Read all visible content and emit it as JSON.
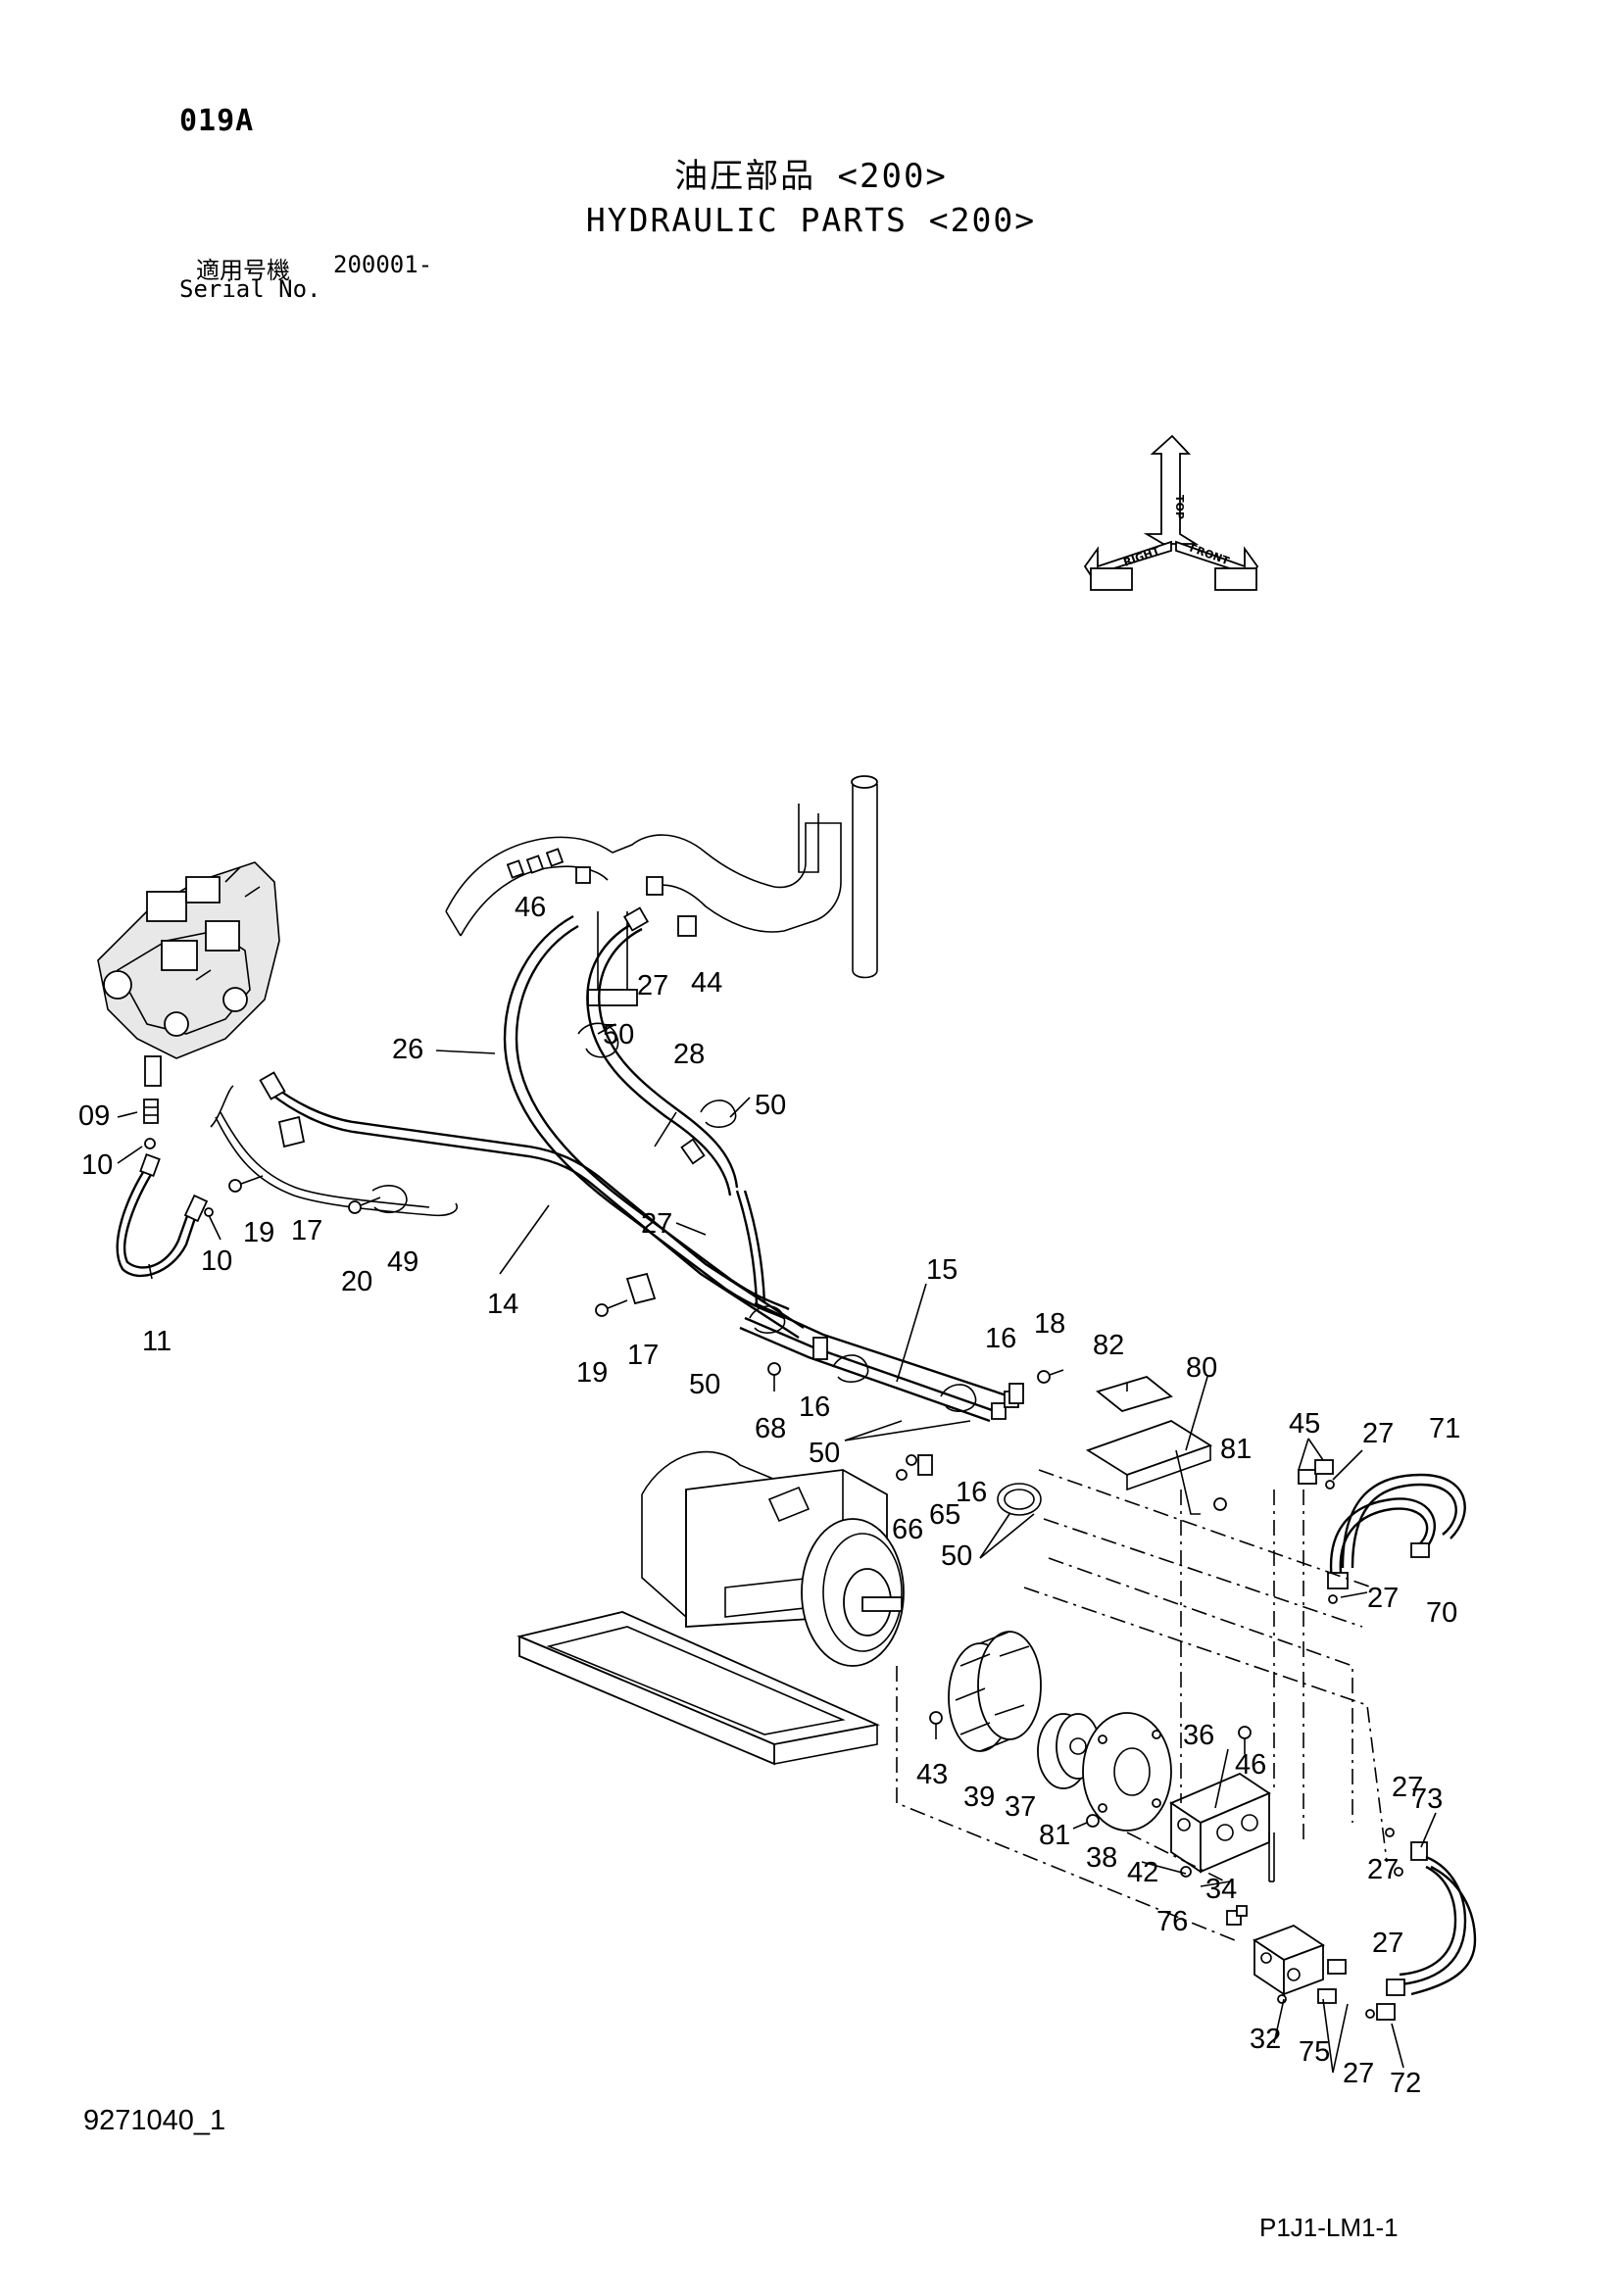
{
  "header": {
    "page_code": "019A",
    "title_jp": "油圧部品 <200>",
    "title_en": "HYDRAULIC PARTS <200>",
    "serial_label_jp": "適用号機",
    "serial_value": "200001-",
    "serial_label_en": "Serial No."
  },
  "orientation_indicator": {
    "top": "TOP",
    "right": "RIGHT",
    "front": "FRONT"
  },
  "callouts": {
    "c09": "09",
    "c10a": "10",
    "c10b": "10",
    "c11": "11",
    "c14": "14",
    "c15": "15",
    "c16a": "16",
    "c16b": "16",
    "c16c": "16",
    "c17a": "17",
    "c17b": "17",
    "c18": "18",
    "c19a": "19",
    "c19b": "19",
    "c20": "20",
    "c26": "26",
    "c27a": "27",
    "c27b": "27",
    "c27c": "27",
    "c27d": "27",
    "c27e": "27",
    "c27f": "27",
    "c27g": "27",
    "c27h": "27",
    "c28": "28",
    "c32": "32",
    "c34": "34",
    "c36": "36",
    "c37": "37",
    "c38": "38",
    "c39": "39",
    "c42": "42",
    "c43": "43",
    "c44": "44",
    "c45": "45",
    "c46a": "46",
    "c46b": "46",
    "c49": "49",
    "c50a": "50",
    "c50b": "50",
    "c50c": "50",
    "c50d": "50",
    "c50e": "50",
    "c65": "65",
    "c66": "66",
    "c68": "68",
    "c70": "70",
    "c71": "71",
    "c72": "72",
    "c73": "73",
    "c75": "75",
    "c76": "76",
    "c80": "80",
    "c81a": "81",
    "c81b": "81",
    "c82": "82"
  },
  "footer": {
    "doc_number": "9271040_1",
    "page_ref": "P1J1-LM1-1"
  }
}
